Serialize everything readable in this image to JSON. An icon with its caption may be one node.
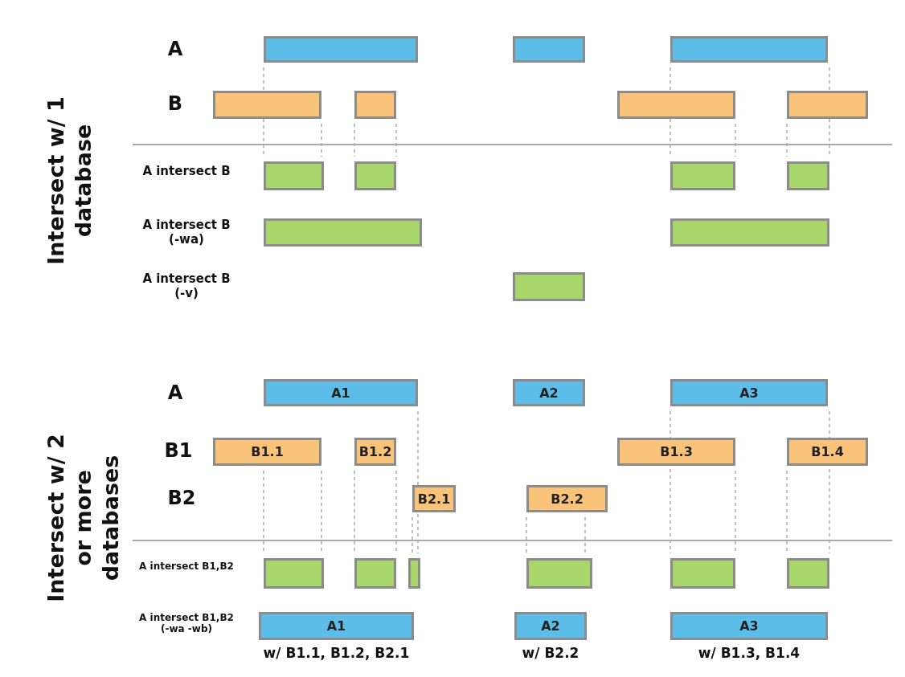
{
  "diagram": {
    "nodes": [
      {
        "text": [],
        "shape": "bar"
      },
      {
        "text": [],
        "shape": "bar"
      },
      {
        "text": [],
        "shape": "bar"
      },
      {
        "text": [],
        "shape": "bar"
      },
      {
        "text": [],
        "shape": "bar"
      },
      {
        "text": [],
        "shape": "bar"
      },
      {
        "text": [],
        "shape": "bar"
      },
      {
        "text": [],
        "shape": "bar"
      },
      {
        "text": [],
        "shape": "bar"
      },
      {
        "text": [],
        "shape": "bar"
      },
      {
        "text": [],
        "shape": "bar"
      },
      {
        "text": [],
        "shape": "bar"
      },
      {
        "text": [],
        "shape": "bar"
      },
      {
        "text": [],
        "shape": "bar"
      },
      {
        "text": [
          "A1"
        ]
      },
      {
        "text": [
          "A2"
        ]
      },
      {
        "text": [
          "A3"
        ]
      },
      {
        "text": [
          "B1.1"
        ]
      },
      {
        "text": [
          "B1.2"
        ]
      },
      {
        "text": [
          "B1.3"
        ]
      },
      {
        "text": [
          "B1.4"
        ]
      },
      {
        "text": [
          "B2.1"
        ]
      },
      {
        "text": [
          "B2.2"
        ]
      },
      {
        "text": [],
        "shape": "bar"
      },
      {
        "text": [],
        "shape": "bar"
      },
      {
        "text": [],
        "shape": "bar"
      },
      {
        "text": [],
        "shape": "bar"
      },
      {
        "text": [],
        "shape": "bar"
      },
      {
        "text": [],
        "shape": "bar"
      },
      {
        "text": [
          "A1"
        ],
        "beside": [
          "w/ B1.1, B1.2, B2.1"
        ]
      },
      {
        "text": [
          "A2"
        ],
        "beside": [
          "w/ B2.2"
        ]
      },
      {
        "text": [
          "A3"
        ],
        "beside": [
          "w/ B1.3, B1.4"
        ]
      }
    ],
    "edges": [],
    "labels": [
      "Intersect w/ 1 database",
      "A",
      "B",
      "A intersect B",
      "A intersect B (-wa)",
      "A intersect B (-v)",
      "Intersect w/ 2 or more databases",
      "A",
      "B1",
      "B2",
      "A intersect B1,B2",
      "A intersect B1,B2 (-wa -wb)"
    ]
  }
}
